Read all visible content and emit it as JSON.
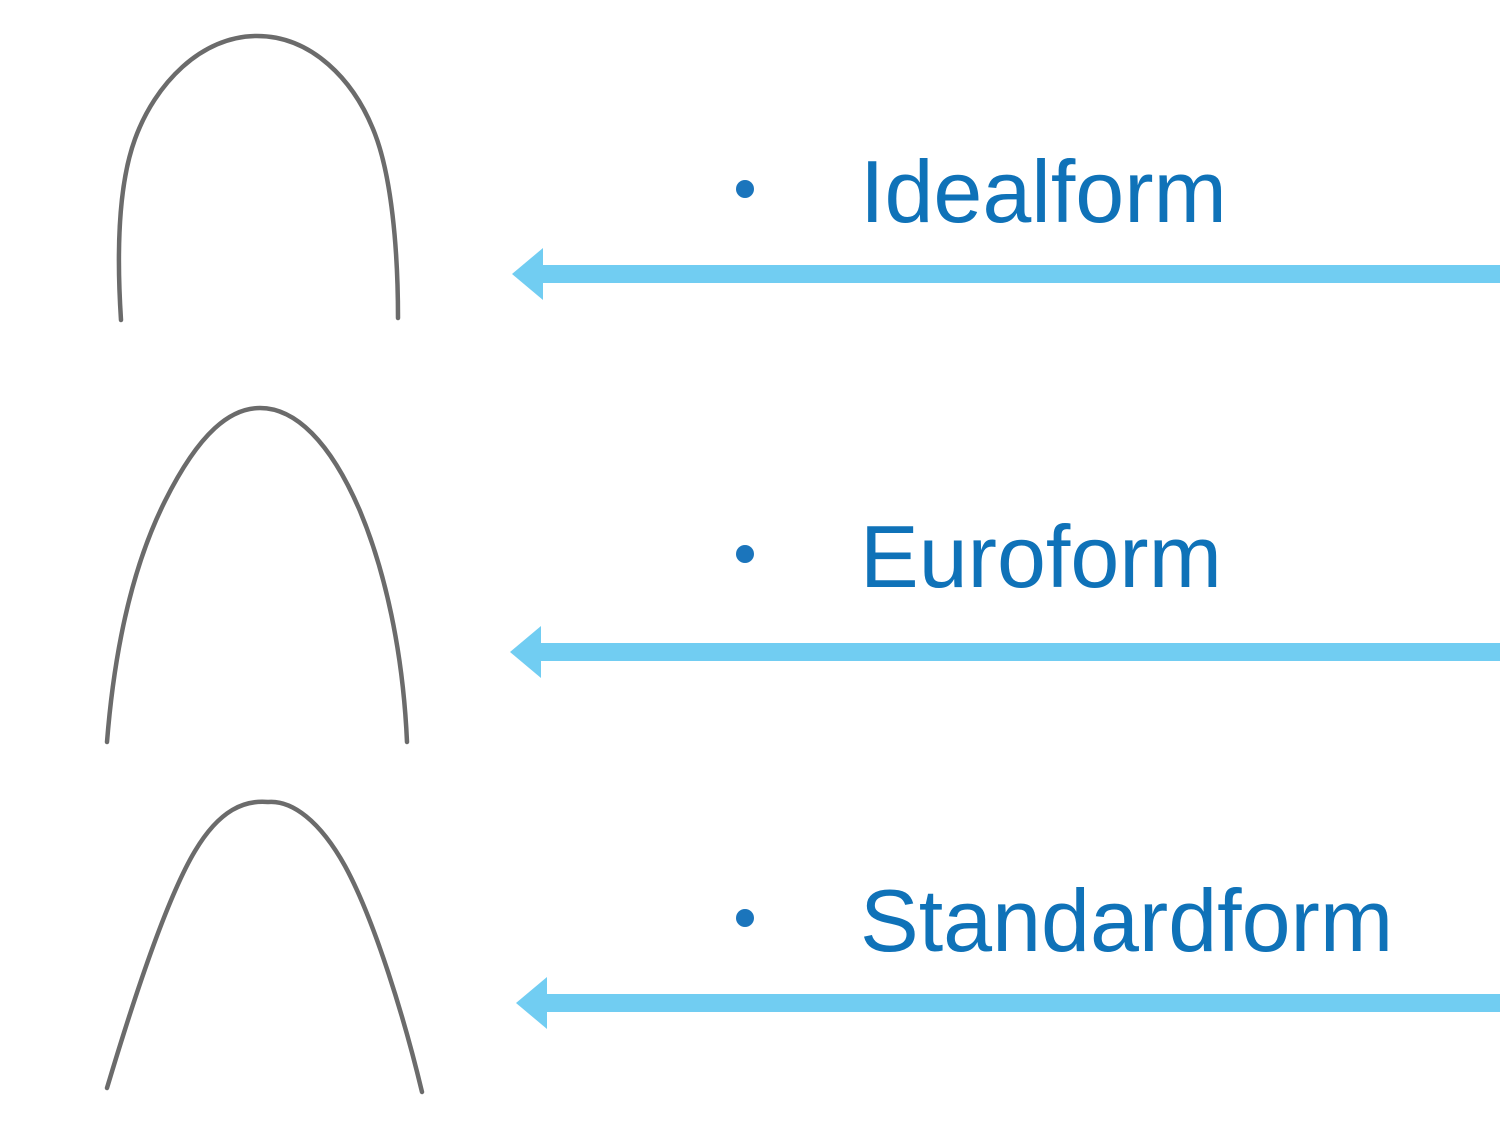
{
  "slide": {
    "items": [
      {
        "label": "Idealform"
      },
      {
        "label": "Euroform"
      },
      {
        "label": "Standardform"
      }
    ],
    "icons": {
      "wire1": "archwire-idealform-image",
      "wire2": "archwire-euroform-image",
      "wire3": "archwire-standardform-image",
      "arrow": "left-arrow-icon",
      "bullet": "bullet-dot-icon"
    },
    "colors": {
      "background": "#ffffff",
      "label_text": "#0f72b8",
      "bullet": "#1b75bc",
      "arrow": "#71cdf2",
      "wire": "#6b6b6b"
    }
  }
}
